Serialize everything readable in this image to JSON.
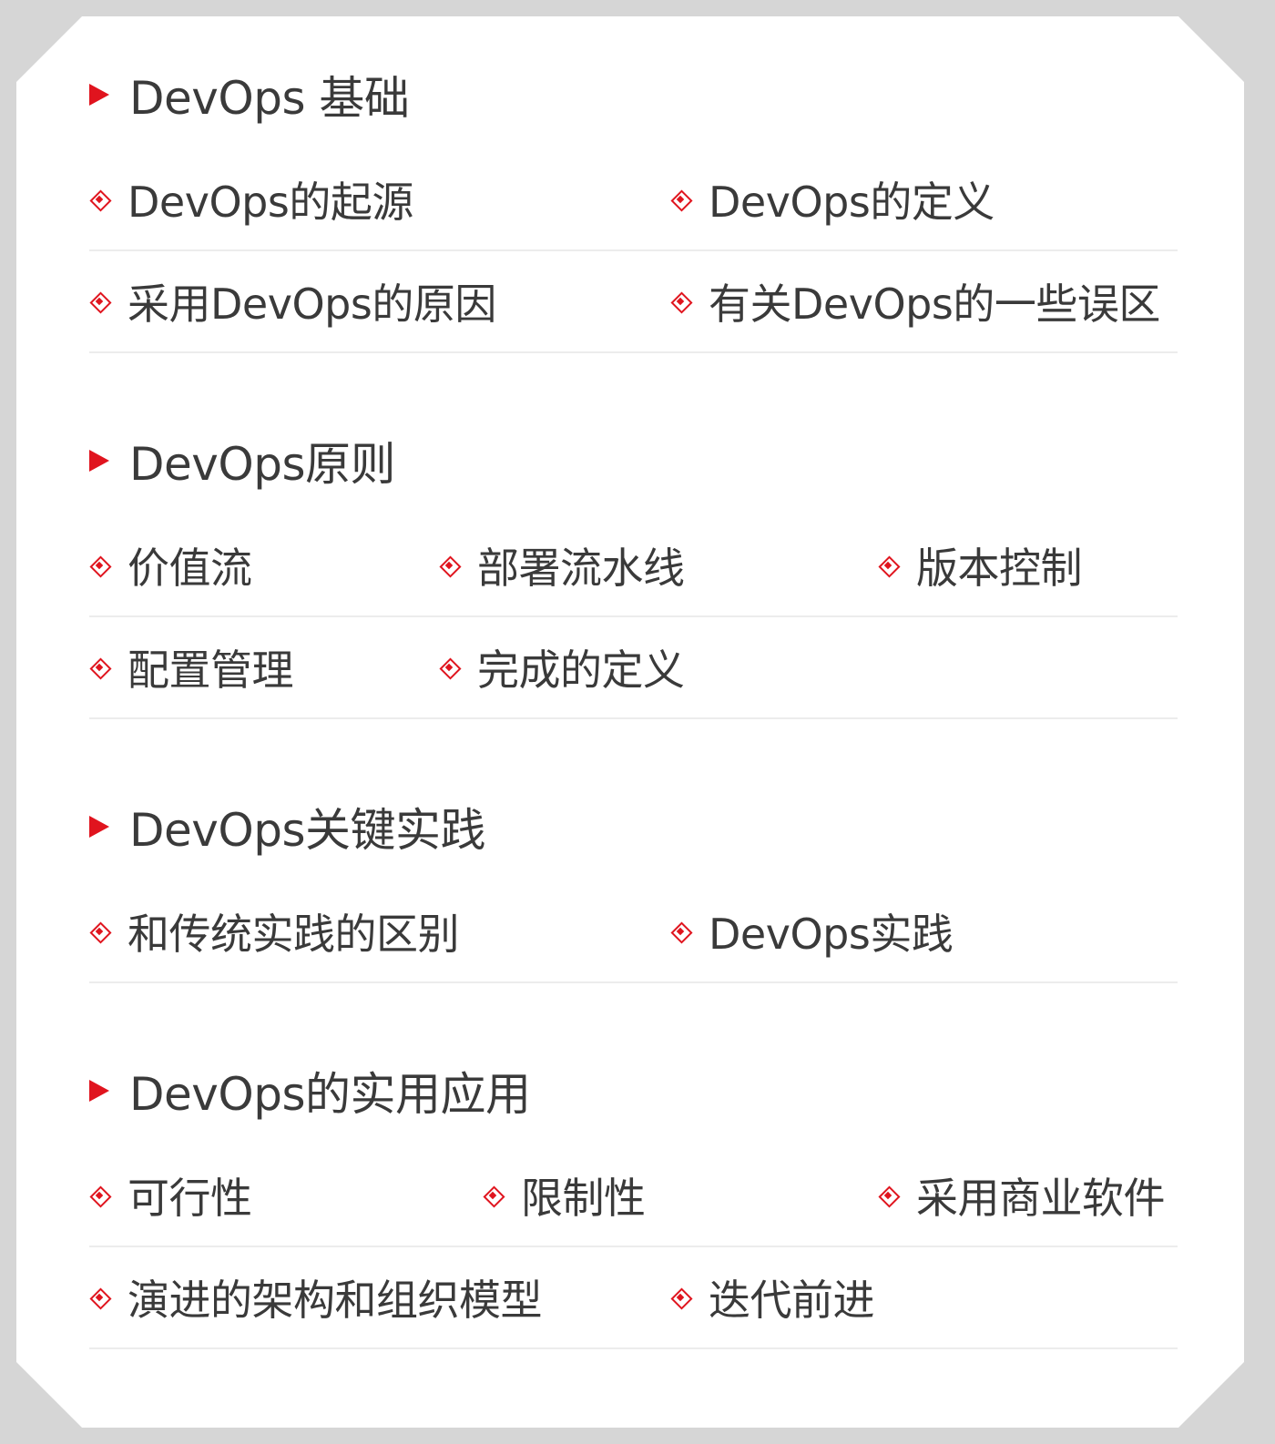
{
  "sections": [
    {
      "title": "DevOps 基础",
      "rows": [
        [
          "DevOps的起源",
          "DevOps的定义"
        ],
        [
          "采用DevOps的原因",
          "有关DevOps的一些误区"
        ]
      ]
    },
    {
      "title": "DevOps原则",
      "rows": [
        [
          "价值流",
          "部署流水线",
          "版本控制"
        ],
        [
          "配置管理",
          "完成的定义"
        ]
      ]
    },
    {
      "title": "DevOps关键实践",
      "rows": [
        [
          "和传统实践的区别",
          "DevOps实践"
        ]
      ]
    },
    {
      "title": "DevOps的实用应用",
      "rows": [
        [
          "可行性",
          "限制性",
          "采用商业软件"
        ],
        [
          "演进的架构和组织模型",
          "迭代前进"
        ]
      ]
    }
  ],
  "colors": {
    "accent": "#e0141e",
    "text": "#3a3a3a",
    "divider": "#ececec",
    "frame": "#d6d6d6"
  },
  "icons": {
    "heading": "triangle-bullet-icon",
    "item": "diamond-bullet-icon"
  }
}
